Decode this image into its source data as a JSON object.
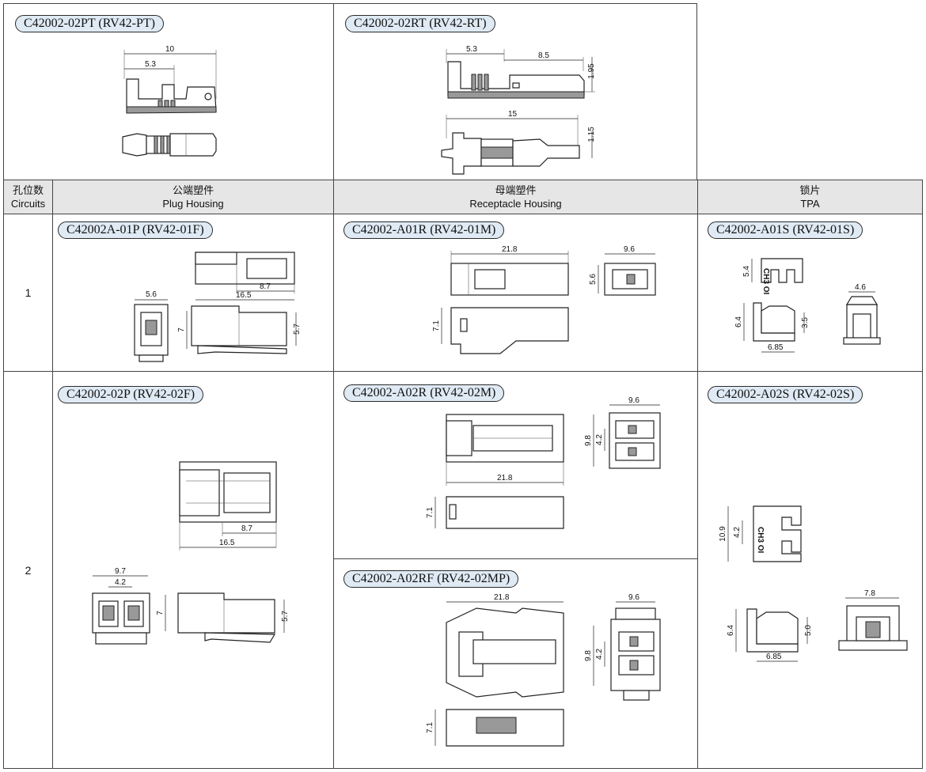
{
  "headers": {
    "circuits": {
      "cn": "孔位数",
      "en": "Circuits"
    },
    "plug": {
      "cn": "公端塑件",
      "en": "Plug Housing"
    },
    "receptacle": {
      "cn": "母端塑件",
      "en": "Receptacle Housing"
    },
    "tpa": {
      "cn": "锁片",
      "en": "TPA"
    }
  },
  "terminals": {
    "pt": {
      "code": "C42002-02PT (RV42-PT)",
      "dims": [
        "10",
        "5.3"
      ]
    },
    "rt": {
      "code": "C42002-02RT (RV42-RT)",
      "dims": [
        "5.3",
        "8.5",
        "1.95",
        "15",
        "1.15"
      ]
    }
  },
  "rows": [
    {
      "circuits": "1",
      "plug": {
        "code": "C42002A-01P (RV42-01F)",
        "dims": [
          "8.7",
          "16.5",
          "5.6",
          "7",
          "5.7"
        ]
      },
      "receptacle": {
        "code": "C42002-A01R (RV42-01M)",
        "dims": [
          "21.8",
          "9.6",
          "5.6",
          "7.1"
        ]
      },
      "tpa": {
        "code": "C42002-A01S (RV42-01S)",
        "dims": [
          "5.4",
          "4.6",
          "6.4",
          "3.5",
          "6.85"
        ]
      }
    },
    {
      "circuits": "2",
      "plug": {
        "code": "C42002-02P (RV42-02F)",
        "dims": [
          "8.7",
          "16.5",
          "9.7",
          "4.2",
          "7",
          "5.7"
        ]
      },
      "receptacle": {
        "code": "C42002-A02R (RV42-02M)",
        "dims": [
          "9.6",
          "9.8",
          "4.2",
          "21.8",
          "7.1"
        ]
      },
      "receptacle_alt": {
        "code": "C42002-A02RF (RV42-02MP)",
        "dims": [
          "21.8",
          "9.6",
          "9.8",
          "4.2",
          "7.1"
        ]
      },
      "tpa": {
        "code": "C42002-A02S (RV42-02S)",
        "dims": [
          "10.9",
          "4.2",
          "7.8",
          "6.4",
          "5.0",
          "6.85"
        ]
      }
    }
  ],
  "marks": {
    "tpa_logo": "CH3 OI"
  }
}
